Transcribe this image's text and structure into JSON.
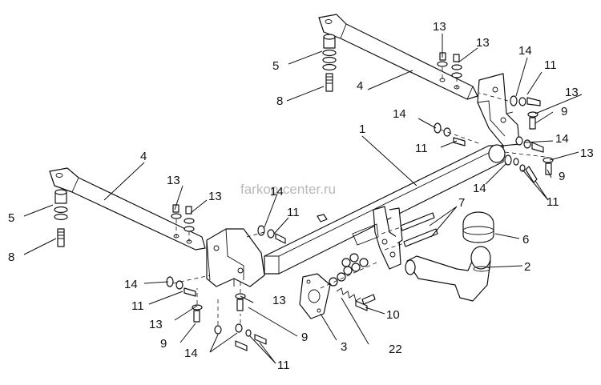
{
  "watermark": "farkop-center.ru",
  "callouts": {
    "main_beam": "1",
    "tow_ball_arm": "2",
    "socket_plate": "3",
    "left_bracket": "4",
    "right_bracket": "4",
    "left_spacer": "5",
    "right_spacer": "5",
    "ball_cover": "6",
    "pin_bolts": "7",
    "left_long_bolt": "8",
    "right_long_bolt": "8",
    "bolt_9_rear_a": "9",
    "bolt_9_rear_b": "9",
    "bolt_9_front_a": "9",
    "bolt_9_front_b": "9",
    "bolt_10": "10",
    "nut_11_a": "11",
    "nut_11_b": "11",
    "nut_11_c": "11",
    "nut_11_d": "11",
    "nut_11_e": "11",
    "nut_11_f": "11",
    "washer_13_a": "13",
    "washer_13_b": "13",
    "washer_13_c": "13",
    "washer_13_d": "13",
    "washer_13_e": "13",
    "washer_13_f": "13",
    "washer_13_g": "13",
    "washer_13_h": "13",
    "washer_14_a": "14",
    "washer_14_b": "14",
    "washer_14_c": "14",
    "washer_14_d": "14",
    "washer_14_e": "14",
    "washer_14_f": "14",
    "washer_14_g": "14",
    "spring_22": "22"
  }
}
